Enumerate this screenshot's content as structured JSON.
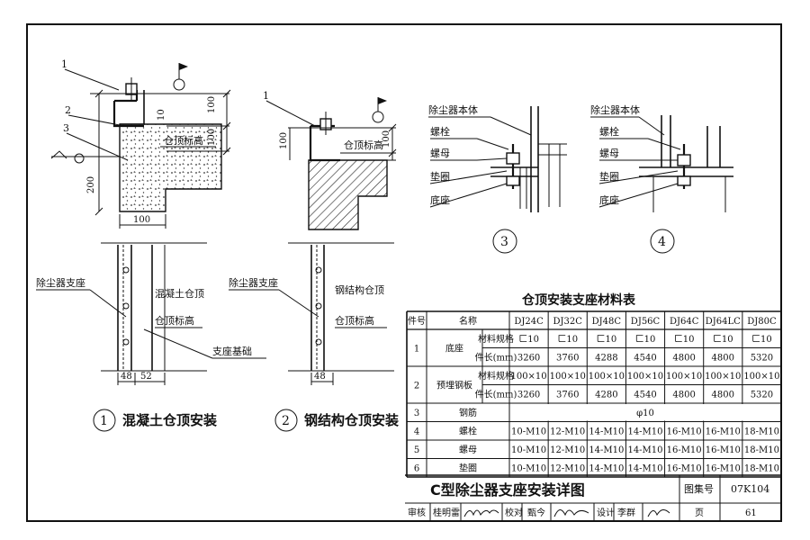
{
  "details": {
    "d1": {
      "number": "1",
      "title": "混凝土仓顶安装",
      "labels": {
        "support": "除尘器支座",
        "roof": "混凝土仓顶",
        "elevation": "仓顶标高",
        "base": "支座基础"
      },
      "callouts": [
        "1",
        "2",
        "3"
      ],
      "dims": {
        "h1": "100",
        "h2": "100",
        "h3": "200",
        "g": "10",
        "w": "100",
        "b1": "48",
        "b2": "52"
      }
    },
    "d2": {
      "number": "2",
      "title": "钢结构仓顶安装",
      "labels": {
        "support": "除尘器支座",
        "roof": "钢结构仓顶",
        "elevation": "仓顶标高"
      },
      "callouts": [
        "1"
      ],
      "dims": {
        "h1": "100",
        "h2": "100",
        "b1": "48"
      }
    },
    "d3": {
      "number": "3",
      "labels": [
        "除尘器本体",
        "螺栓",
        "螺母",
        "垫圈",
        "底座"
      ]
    },
    "d4": {
      "number": "4",
      "labels": [
        "除尘器本体",
        "螺栓",
        "螺母",
        "垫圈",
        "底座"
      ]
    }
  },
  "table": {
    "title": "仓顶安装支座材料表",
    "col_no": "件号",
    "col_name": "名称",
    "models": [
      "DJ24C",
      "DJ32C",
      "DJ48C",
      "DJ56C",
      "DJ64C",
      "DJ64LC",
      "DJ80C"
    ],
    "rows": [
      {
        "no": "1",
        "name": "底座",
        "sub": "材料规格",
        "values": [
          "ㄈ10",
          "ㄈ10",
          "ㄈ10",
          "ㄈ10",
          "ㄈ10",
          "ㄈ10",
          "ㄈ10"
        ]
      },
      {
        "no": "",
        "name": "",
        "sub": "件长(mm)",
        "values": [
          "3260",
          "3760",
          "4288",
          "4540",
          "4800",
          "4800",
          "5320"
        ]
      },
      {
        "no": "2",
        "name": "预埋钢板",
        "sub": "材料规格",
        "values": [
          "100×10",
          "100×10",
          "100×10",
          "100×10",
          "100×10",
          "100×10",
          "100×10"
        ]
      },
      {
        "no": "",
        "name": "",
        "sub": "件长(mm)",
        "values": [
          "3260",
          "3760",
          "4280",
          "4540",
          "4800",
          "4800",
          "5320"
        ]
      },
      {
        "no": "3",
        "name": "钢筋",
        "sub": "",
        "span": "φ10"
      },
      {
        "no": "4",
        "name": "螺栓",
        "sub": "",
        "values": [
          "10-M10",
          "12-M10",
          "14-M10",
          "14-M10",
          "16-M10",
          "16-M10",
          "18-M10"
        ]
      },
      {
        "no": "5",
        "name": "螺母",
        "sub": "",
        "values": [
          "10-M10",
          "12-M10",
          "14-M10",
          "14-M10",
          "16-M10",
          "16-M10",
          "18-M10"
        ]
      },
      {
        "no": "6",
        "name": "垫圈",
        "sub": "",
        "values": [
          "10-M10",
          "12-M10",
          "14-M10",
          "14-M10",
          "16-M10",
          "16-M10",
          "18-M10"
        ]
      }
    ]
  },
  "title_block": {
    "drawing_title": "C型除尘器支座安装详图",
    "atlas_label": "图集号",
    "atlas_no": "07K104",
    "page_label": "页",
    "page_no": "61",
    "review_label": "审核",
    "reviewer": "桂明雷",
    "check_label": "校对",
    "checker": "甄今",
    "design_label": "设计",
    "designer": "李群"
  }
}
